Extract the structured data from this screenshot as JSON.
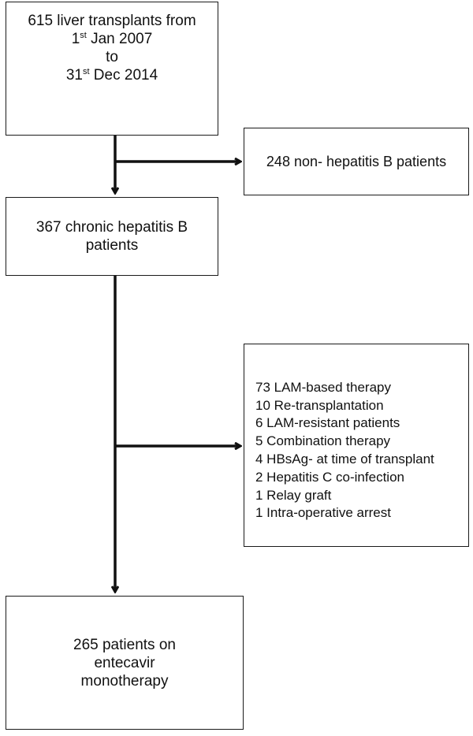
{
  "flow": {
    "start": {
      "line1": "615 liver transplants from",
      "line2_num": "1",
      "line2_sup": "st",
      "line2_rest": " Jan 2007",
      "line3": "to",
      "line4_num": "31",
      "line4_sup": "st",
      "line4_rest": " Dec 2014"
    },
    "excluded_non_hbv": "248 non- hepatitis B patients",
    "chronic_hbv": {
      "line1": "367 chronic hepatitis B",
      "line2": "patients"
    },
    "exclusions": [
      "73 LAM-based therapy",
      "10 Re-transplantation",
      "6 LAM-resistant patients",
      "5 Combination therapy",
      "4 HBsAg- at time of transplant",
      "2 Hepatitis C co-infection",
      "1 Relay graft",
      "1 Intra-operative arrest"
    ],
    "final": {
      "line1": "265 patients on",
      "line2": "entecavir",
      "line3": "monotherapy"
    }
  },
  "colors": {
    "line": "#111111",
    "border": "#1a1a1a",
    "background": "#ffffff"
  }
}
